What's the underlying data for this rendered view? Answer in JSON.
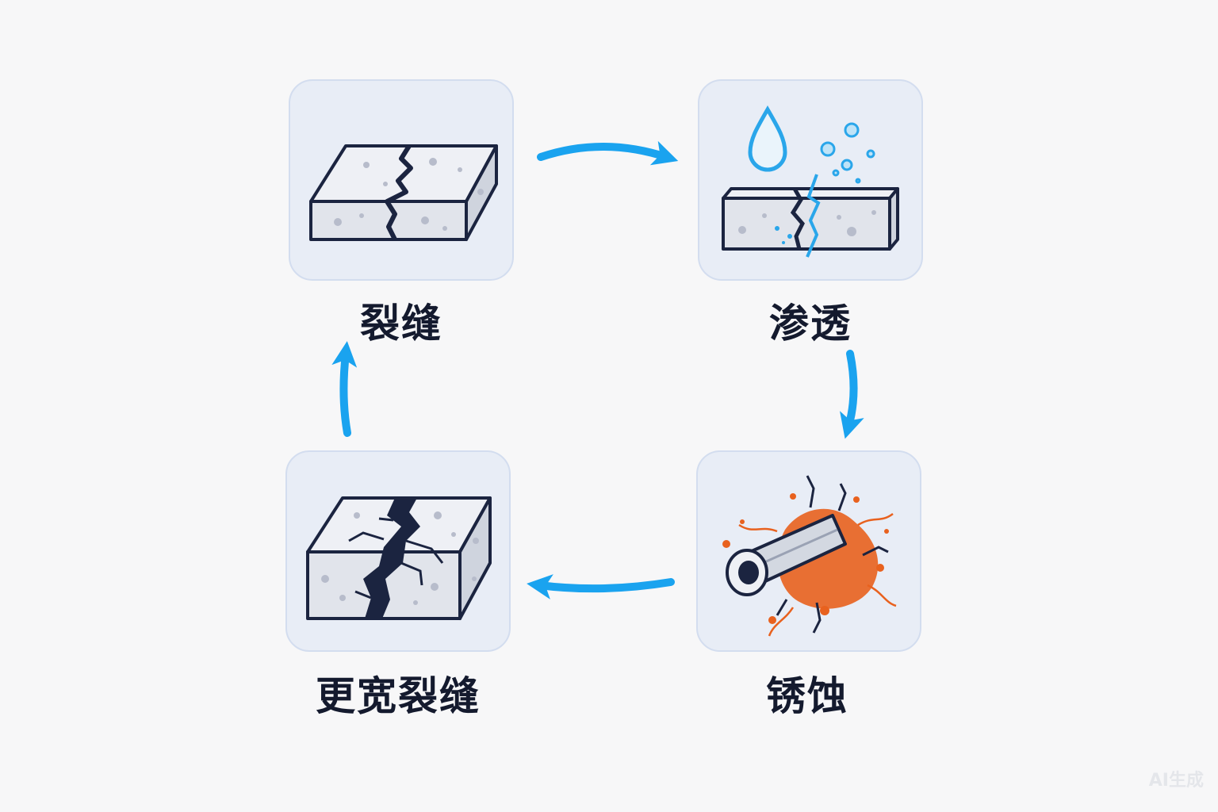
{
  "steps": [
    {
      "label": "裂缝",
      "icon": "cracked-concrete-block-icon"
    },
    {
      "label": "渗透",
      "icon": "water-penetration-icon"
    },
    {
      "label": "锈蚀",
      "icon": "corroded-rebar-icon"
    },
    {
      "label": "更宽裂缝",
      "icon": "wider-crack-block-icon"
    }
  ],
  "watermark": "AI生成",
  "colors": {
    "arrow": "#1aa3ef",
    "outline": "#1b2440",
    "concrete": "#e4e7ee",
    "water": "#2aa6ea",
    "rust": "#e8611e",
    "card": "#e8edf6"
  }
}
